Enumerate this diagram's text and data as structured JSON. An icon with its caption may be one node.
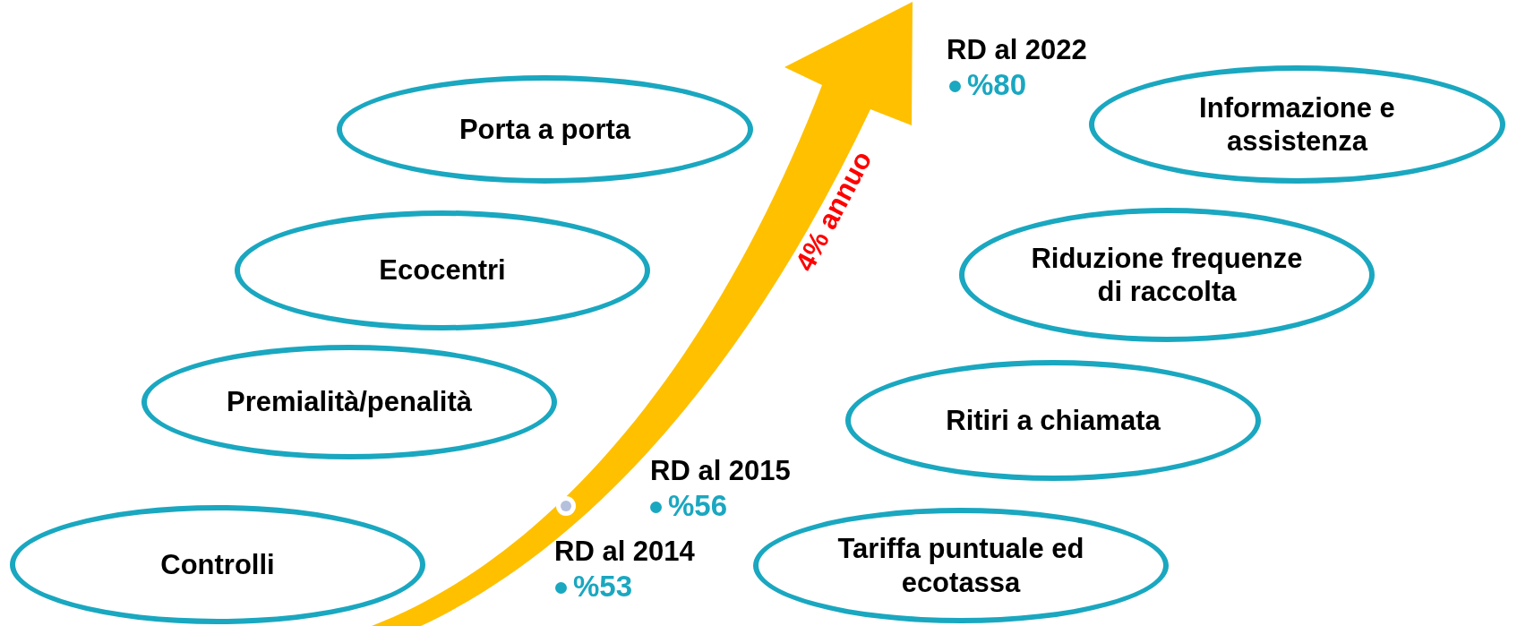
{
  "diagram": {
    "nodes": [
      {
        "text": [
          "Informazione e assistenza"
        ]
      },
      {
        "text": [
          "Porta a porta"
        ]
      },
      {
        "text": [
          "Ecocentri"
        ]
      },
      {
        "text": [
          "Riduzione frequenze di raccolta"
        ]
      },
      {
        "text": [
          "Premialità/penalità"
        ]
      },
      {
        "text": [
          "Ritiri a chiamata"
        ]
      },
      {
        "text": [
          "Controlli"
        ]
      },
      {
        "text": [
          "Tariffa puntuale ed ecotassa"
        ]
      }
    ],
    "labels": [
      "RD al 2022",
      "%80",
      "4% annuo",
      "RD al 2015",
      "%56",
      "RD al 2014",
      "%53"
    ]
  }
}
